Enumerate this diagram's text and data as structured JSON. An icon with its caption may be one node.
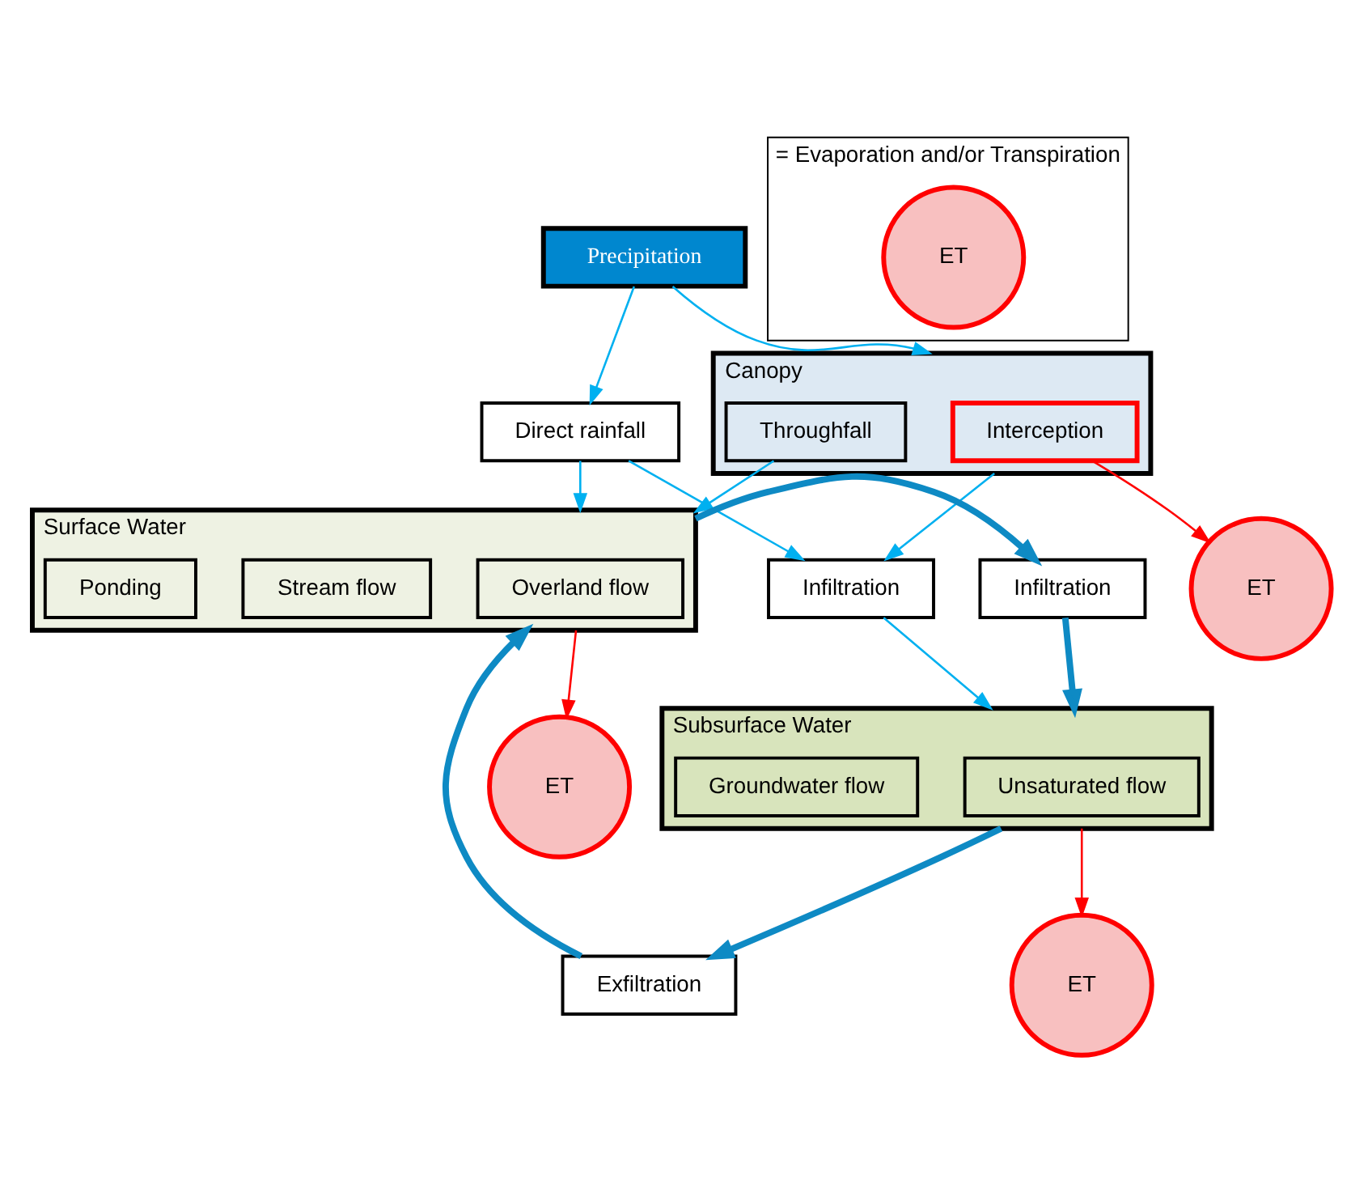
{
  "diagram": {
    "nodes": [
      {
        "text": [
          "Precipitation"
        ]
      },
      {
        "text": [
          "Direct rainfall"
        ]
      },
      {
        "text": [
          "Canopy"
        ]
      },
      {
        "text": [
          "Interception"
        ],
        "in": 2
      },
      {
        "text": [
          "Throughfall"
        ],
        "in": 2
      },
      {
        "text": [
          "ET"
        ]
      },
      {
        "text": [
          "Surface Water"
        ]
      },
      {
        "text": [
          "Overland flow"
        ],
        "in": 6
      },
      {
        "text": [
          "Stream flow"
        ],
        "in": 6
      },
      {
        "text": [
          "Ponding"
        ],
        "in": 6
      },
      {
        "text": [
          "ET"
        ]
      },
      {
        "text": [
          "Infiltration"
        ]
      },
      {
        "text": [
          "Infiltration"
        ]
      },
      {
        "text": [
          "Exfiltration"
        ]
      },
      {
        "text": [
          "Subsurface Water"
        ]
      },
      {
        "text": [
          "Unsaturated flow"
        ],
        "in": 14
      },
      {
        "text": [
          "Groundwater flow"
        ],
        "in": 14
      },
      {
        "text": [
          "ET"
        ]
      },
      {
        "text": [
          "= Evaporation and/or Transpiration"
        ]
      },
      {
        "text": [
          "ET"
        ],
        "in": 18
      }
    ],
    "edges": [
      {
        "from": 0,
        "to": 2,
        "arrow": "to"
      },
      {
        "from": 0,
        "to": 1,
        "arrow": "to"
      },
      {
        "from": 3,
        "to": 5,
        "arrow": "to",
        "color": "#ff0000"
      },
      {
        "from": 1,
        "to": 6,
        "arrow": "to"
      },
      {
        "from": 1,
        "to": 11,
        "arrow": "to"
      },
      {
        "from": 4,
        "to": 6,
        "arrow": "to"
      },
      {
        "from": 2,
        "to": 11,
        "arrow": "to"
      },
      {
        "from": 6,
        "to": 10,
        "arrow": "to",
        "color": "#ff0000"
      },
      {
        "from": 11,
        "to": 14,
        "arrow": "to"
      },
      {
        "from": 6,
        "to": 12,
        "arrow": "to",
        "style": "thick",
        "color": "#0e8ac4"
      },
      {
        "from": 12,
        "to": 14,
        "arrow": "to",
        "style": "thick",
        "color": "#0e8ac4"
      },
      {
        "from": 14,
        "to": 13,
        "arrow": "to",
        "style": "thick",
        "color": "#0e8ac4"
      },
      {
        "from": 13,
        "to": 6,
        "arrow": "to",
        "style": "thick",
        "color": "#0e8ac4"
      },
      {
        "from": 14,
        "to": 17,
        "arrow": "to",
        "color": "#ff0000"
      }
    ]
  }
}
